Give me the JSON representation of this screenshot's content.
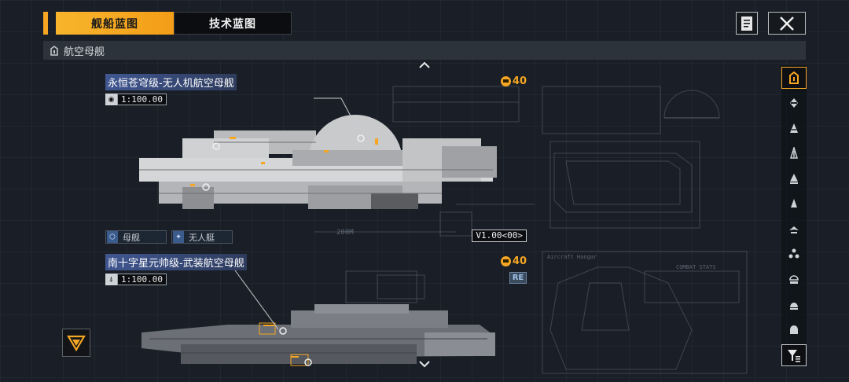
{
  "tabs": [
    {
      "label": "舰船蓝图",
      "active": true
    },
    {
      "label": "技术蓝图",
      "active": false
    }
  ],
  "category": {
    "label": "航空母舰",
    "icon": "carrier-icon"
  },
  "ships": [
    {
      "name": "永恒苍穹级-无人机航空母舰",
      "cost": "40",
      "scale": "1:100.00",
      "tags": [
        {
          "label": "母舰",
          "icon": "mothership-icon"
        },
        {
          "label": "无人艇",
          "icon": "drone-icon"
        }
      ],
      "version": "V1.00<00>",
      "scale_label": "200M"
    },
    {
      "name": "南十字星元帅级-武装航空母舰",
      "cost": "40",
      "scale": "1:100.00",
      "badge": "RE"
    }
  ],
  "sidebar": {
    "items": [
      "carrier-icon",
      "battlecruiser-icon",
      "cruiser-icon",
      "destroyer-icon",
      "frigate-icon",
      "corvette-icon",
      "fighter-icon",
      "drone-icon",
      "mothership-icon",
      "support-icon",
      "station-icon"
    ],
    "filter_icon": "filter-icon"
  },
  "background": {
    "blueprint_label_1": "Aircraft Hangar",
    "blueprint_label_2": "COMBAT STATS"
  },
  "colors": {
    "accent": "#f5a623",
    "background": "#1a1f27",
    "highlight": "#506ebe"
  }
}
